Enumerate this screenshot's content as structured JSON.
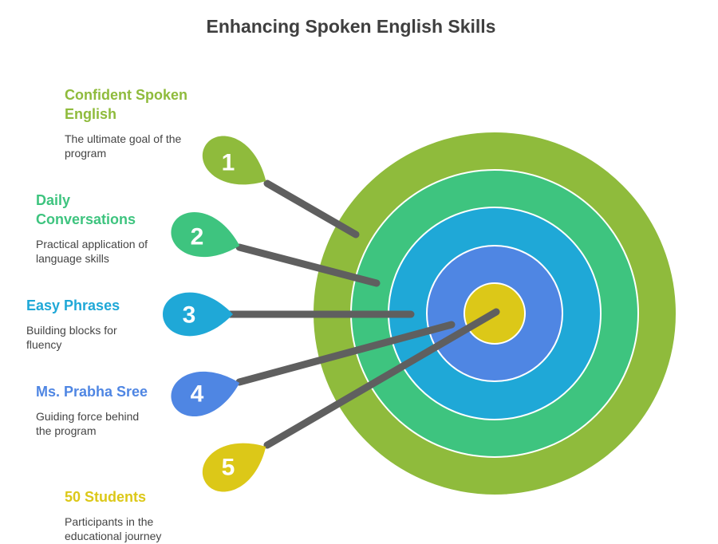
{
  "title": "Enhancing Spoken English Skills",
  "items": [
    {
      "number": "1",
      "title": "Confident Spoken English",
      "description": "The ultimate goal of the program",
      "color": "#8fbb3c"
    },
    {
      "number": "2",
      "title": "Daily Conversations",
      "description": "Practical application of language skills",
      "color": "#3ec47f"
    },
    {
      "number": "3",
      "title": "Easy Phrases",
      "description": "Building blocks for fluency",
      "color": "#1fa8d7"
    },
    {
      "number": "4",
      "title": "Ms. Prabha Sree",
      "description": "Guiding force behind the program",
      "color": "#4f86e3"
    },
    {
      "number": "5",
      "title": "50 Students",
      "description": "Participants in the educational journey",
      "color": "#dcc818"
    }
  ],
  "rings": [
    {
      "color": "#8fbb3c"
    },
    {
      "color": "#3ec47f"
    },
    {
      "color": "#1fa8d7"
    },
    {
      "color": "#4f86e3"
    },
    {
      "color": "#dcc818"
    }
  ],
  "shaft_color": "#5f5f5f"
}
